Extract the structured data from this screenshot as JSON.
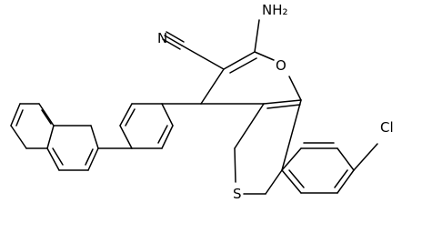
{
  "structure": {
    "atom_labels": {
      "amino": "NH₂",
      "nitrile_n": "N",
      "ring_o": "O",
      "ring_s": "S",
      "chloro": "Cl"
    },
    "bond_color": "#000000"
  }
}
